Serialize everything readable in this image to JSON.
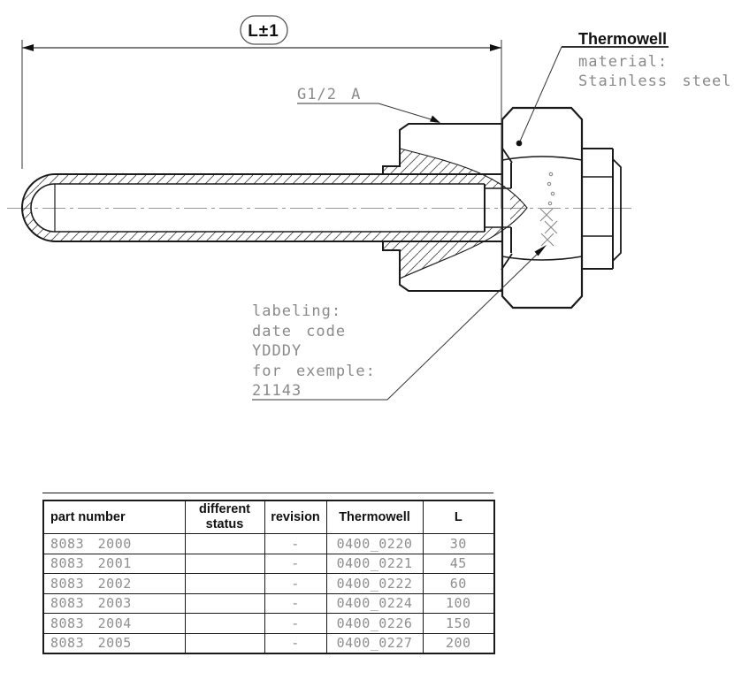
{
  "drawing": {
    "dimension_label": "L±1",
    "thread_callout": "G1/2 A",
    "thermowell_callout": {
      "title": "Thermowell",
      "material_label": "material:",
      "material_value": "Stainless steel"
    },
    "labeling_callout": {
      "line1": "labeling:",
      "line2": "date code",
      "line3": "YDDDY",
      "line4": "for exemple:",
      "line5": "21143"
    }
  },
  "table": {
    "headers": {
      "part_number": "part number",
      "different_status": "different status",
      "revision": "revision",
      "thermowell": "Thermowell",
      "length": "L"
    },
    "rows": [
      {
        "part_number": "8083 2000",
        "different_status": "",
        "revision": "-",
        "thermowell": "0400_0220",
        "length": "30"
      },
      {
        "part_number": "8083 2001",
        "different_status": "",
        "revision": "-",
        "thermowell": "0400_0221",
        "length": "45"
      },
      {
        "part_number": "8083 2002",
        "different_status": "",
        "revision": "-",
        "thermowell": "0400_0222",
        "length": "60"
      },
      {
        "part_number": "8083 2003",
        "different_status": "",
        "revision": "-",
        "thermowell": "0400_0224",
        "length": "100"
      },
      {
        "part_number": "8083 2004",
        "different_status": "",
        "revision": "-",
        "thermowell": "0400_0226",
        "length": "150"
      },
      {
        "part_number": "8083 2005",
        "different_status": "",
        "revision": "-",
        "thermowell": "0400_0227",
        "length": "200"
      }
    ]
  },
  "colors": {
    "line": "#1a1a1a",
    "cad_text": "#8a8a8a",
    "background": "#ffffff"
  }
}
